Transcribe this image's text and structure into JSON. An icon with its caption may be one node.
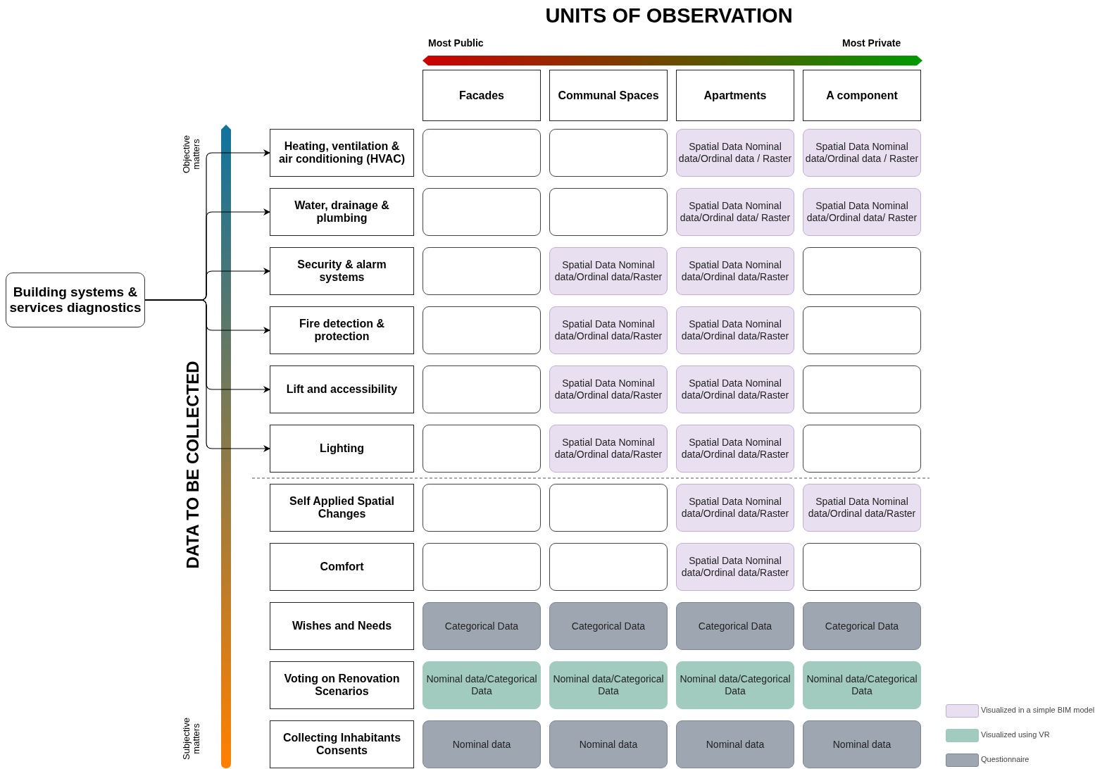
{
  "diagram": {
    "title": "UNITS OF OBSERVATION",
    "nodes": [
      {
        "text": [
          "Building systems & services diagnostics"
        ]
      },
      {
        "text": [
          "Facades"
        ]
      },
      {
        "text": [
          "Communal Spaces"
        ]
      },
      {
        "text": [
          "Apartments"
        ]
      },
      {
        "text": [
          "A component"
        ]
      },
      {
        "text": [
          "Heating, ventilation & air conditioning (HVAC)"
        ]
      },
      {
        "text": [
          "Water, drainage & plumbing"
        ]
      },
      {
        "text": [
          "Security & alarm systems"
        ]
      },
      {
        "text": [
          "Fire detection & protection"
        ]
      },
      {
        "text": [
          "Lift and accessibility"
        ]
      },
      {
        "text": [
          "Lighting"
        ]
      },
      {
        "text": [
          "Self Applied Spatial Changes"
        ]
      },
      {
        "text": [
          "Comfort"
        ]
      },
      {
        "text": [
          "Wishes and Needs"
        ]
      },
      {
        "text": [
          "Voting on Renovation Scenarios"
        ]
      },
      {
        "text": [
          "Collecting Inhabitants Consents"
        ]
      },
      {
        "text": [],
        "shape": "box"
      },
      {
        "text": [],
        "shape": "box"
      },
      {
        "text": [
          "Spatial Data Nominal data/Ordinal data / Raster"
        ]
      },
      {
        "text": [
          "Spatial Data Nominal data/Ordinal data / Raster"
        ]
      },
      {
        "text": [],
        "shape": "box"
      },
      {
        "text": [],
        "shape": "box"
      },
      {
        "text": [
          "Spatial Data Nominal data/Ordinal data/ Raster"
        ]
      },
      {
        "text": [
          "Spatial Data Nominal data/Ordinal data/ Raster"
        ]
      },
      {
        "text": [],
        "shape": "box"
      },
      {
        "text": [
          "Spatial Data Nominal data/Ordinal data/Raster"
        ]
      },
      {
        "text": [
          "Spatial Data Nominal data/Ordinal data/Raster"
        ]
      },
      {
        "text": [],
        "shape": "box"
      },
      {
        "text": [],
        "shape": "box"
      },
      {
        "text": [
          "Spatial Data Nominal data/Ordinal data/Raster"
        ]
      },
      {
        "text": [
          "Spatial Data Nominal data/Ordinal data/Raster"
        ]
      },
      {
        "text": [],
        "shape": "box"
      },
      {
        "text": [],
        "shape": "box"
      },
      {
        "text": [
          "Spatial Data Nominal data/Ordinal data/Raster"
        ]
      },
      {
        "text": [
          "Spatial Data Nominal data/Ordinal data/Raster"
        ]
      },
      {
        "text": [],
        "shape": "box"
      },
      {
        "text": [],
        "shape": "box"
      },
      {
        "text": [
          "Spatial Data Nominal data/Ordinal data/Raster"
        ]
      },
      {
        "text": [
          "Spatial Data Nominal data/Ordinal data/Raster"
        ]
      },
      {
        "text": [],
        "shape": "box"
      },
      {
        "text": [],
        "shape": "box"
      },
      {
        "text": [],
        "shape": "box"
      },
      {
        "text": [
          "Spatial Data Nominal data/Ordinal data/Raster"
        ]
      },
      {
        "text": [
          "Spatial Data Nominal data/Ordinal data/Raster"
        ]
      },
      {
        "text": [],
        "shape": "box"
      },
      {
        "text": [],
        "shape": "box"
      },
      {
        "text": [
          "Spatial Data Nominal data/Ordinal data/Raster"
        ]
      },
      {
        "text": [],
        "shape": "box"
      },
      {
        "text": [
          "Categorical Data"
        ]
      },
      {
        "text": [
          "Categorical Data"
        ]
      },
      {
        "text": [
          "Categorical Data"
        ]
      },
      {
        "text": [
          "Categorical Data"
        ]
      },
      {
        "text": [
          "Nominal data/Categorical Data"
        ]
      },
      {
        "text": [
          "Nominal data/Categorical Data"
        ]
      },
      {
        "text": [
          "Nominal data/Categorical Data"
        ]
      },
      {
        "text": [
          "Nominal data/Categorical Data"
        ]
      },
      {
        "text": [
          "Nominal data"
        ]
      },
      {
        "text": [
          "Nominal data"
        ]
      },
      {
        "text": [
          "Nominal data"
        ]
      },
      {
        "text": [
          "Nominal data"
        ]
      }
    ],
    "edges": [
      {
        "from": 0,
        "to": 5,
        "arrow": "to"
      },
      {
        "from": 0,
        "to": 6,
        "arrow": "to"
      },
      {
        "from": 0,
        "to": 7,
        "arrow": "to"
      },
      {
        "from": 0,
        "to": 8,
        "arrow": "to"
      },
      {
        "from": 0,
        "to": 9,
        "arrow": "to"
      },
      {
        "from": 0,
        "to": 10,
        "arrow": "to"
      }
    ],
    "labels": [
      "Most Public",
      "Most Private",
      "Objective matters",
      "DATA TO BE COLLECTED",
      "Subjective matters"
    ],
    "legend": [
      {
        "text": "Visualized in a simple BIM model",
        "color": "#e8e0f0"
      },
      {
        "text": "Visualized using VR",
        "color": "#a2cbbf"
      },
      {
        "text": "Questionnaire",
        "color": "#9ea7b1"
      }
    ]
  }
}
